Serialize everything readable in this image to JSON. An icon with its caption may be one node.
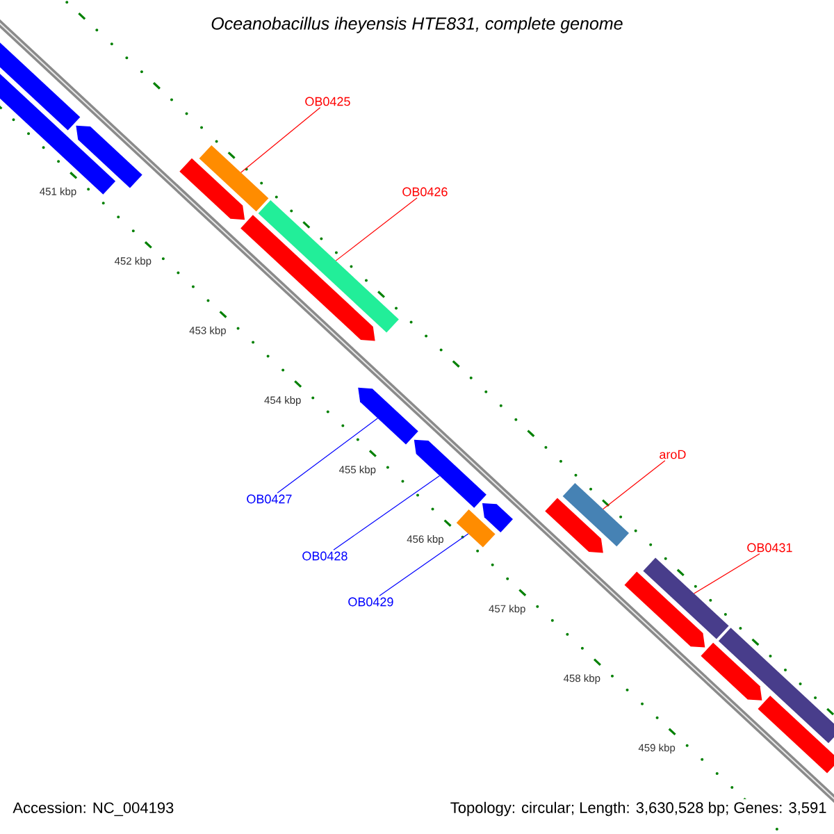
{
  "diagram": {
    "title": "Oceanobacillus iheyensis HTE831, complete genome",
    "nodes": [
      {
        "text": [],
        "shape": "bar"
      },
      {
        "text": [],
        "shape": "bar"
      },
      {
        "text": [],
        "shape": "bar"
      },
      {
        "text": [],
        "shape": "bar"
      },
      {
        "text": [
          "OB0425"
        ]
      },
      {
        "text": [],
        "shape": "bar"
      },
      {
        "text": [],
        "shape": "bar"
      },
      {
        "text": [
          "OB0426"
        ]
      },
      {
        "text": [],
        "shape": "bar"
      },
      {
        "text": [
          "OB0427"
        ]
      },
      {
        "text": [],
        "shape": "bar"
      },
      {
        "text": [
          "OB0428"
        ]
      },
      {
        "text": [],
        "shape": "bar"
      },
      {
        "text": [
          "OB0429"
        ]
      },
      {
        "text": [],
        "shape": "bar"
      },
      {
        "text": [],
        "shape": "bar"
      },
      {
        "text": [],
        "shape": "bar"
      },
      {
        "text": [
          "aroD"
        ]
      },
      {
        "text": [],
        "shape": "bar"
      },
      {
        "text": [],
        "shape": "bar"
      },
      {
        "text": [
          "OB0431"
        ]
      },
      {
        "text": [],
        "shape": "bar"
      },
      {
        "text": [],
        "shape": "bar"
      },
      {
        "text": [],
        "shape": "bar"
      },
      {
        "text": [],
        "shape": "bar"
      }
    ],
    "edges": [
      {
        "from": 4,
        "to": 5,
        "arrow": "none"
      },
      {
        "from": 7,
        "to": 8,
        "arrow": "none"
      },
      {
        "from": 9,
        "to": 10,
        "arrow": "none",
        "color": "#0000ff"
      },
      {
        "from": 11,
        "to": 12,
        "arrow": "none",
        "color": "#0000ff"
      },
      {
        "from": 13,
        "to": 14,
        "arrow": "none",
        "color": "#0000ff"
      },
      {
        "from": 17,
        "to": 18,
        "arrow": "none"
      },
      {
        "from": 20,
        "to": 21,
        "arrow": "none"
      }
    ],
    "labels": [
      "451 kbp",
      "452 kbp",
      "453 kbp",
      "454 kbp",
      "455 kbp",
      "456 kbp",
      "457 kbp",
      "458 kbp",
      "459 kbp",
      "Accession: NC_004193",
      "Topology: circular; Length: 3,630,528 bp; Genes: 3,591"
    ]
  }
}
